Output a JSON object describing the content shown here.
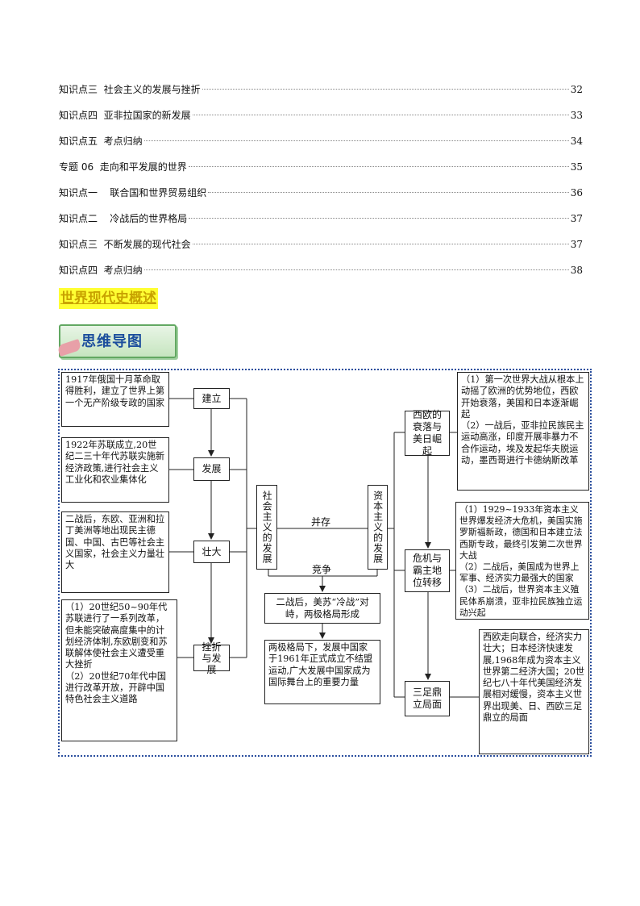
{
  "toc": [
    {
      "label": "知识点三  社会主义的发展与挫折",
      "page": "32"
    },
    {
      "label": "知识点四  亚非拉国家的新发展",
      "page": "33"
    },
    {
      "label": "知识点五  考点归纳",
      "page": "34"
    },
    {
      "label": "专题 06  走向和平发展的世界",
      "page": "35"
    },
    {
      "label": "知识点一    联合国和世界贸易组织",
      "page": "36"
    },
    {
      "label": "知识点二    冷战后的世界格局",
      "page": "37"
    },
    {
      "label": "知识点三  不断发展的现代社会",
      "page": "37"
    },
    {
      "label": "知识点四  考点归纳",
      "page": "38"
    }
  ],
  "section_title": "世界现代史概述",
  "mindmap_badge": "思维导图",
  "left": {
    "stage_labels": [
      "建立",
      "发展",
      "壮大",
      "挫折与发展"
    ],
    "notes": [
      "1917年俄国十月革命取得胜利，建立了世界上第一个无产阶级专政的国家",
      "1922年苏联成立,20世纪二三十年代苏联实施新经济政策,进行社会主义工业化和农业集体化",
      "二战后，东欧、亚洲和拉丁美洲等地出现民主德国、中国、古巴等社会主义国家，社会主义力量壮大",
      "（1）20世纪50~90年代苏联进行了一系列改革，但未能突破高度集中的计划经济体制,东欧剧变和苏联解体使社会主义遭受重大挫折\n（2）20世纪70年代中国进行改革开放，开辟中国特色社会主义道路"
    ]
  },
  "center": {
    "socialism_label": "社会主义的发展",
    "capitalism_label": "资本主义的发展",
    "coexist_label": "并存",
    "compete_label": "竞争",
    "coldwar_box": "二战后，美苏“冷战”对峙，两极格局形成",
    "nonaligned_box": "两极格局下，发展中国家于1961年正式成立不结盟运动,广大发展中国家成为国际舞台上的重要力量"
  },
  "right": {
    "stage_labels": [
      "西欧的衰落与美日崛起",
      "危机与霸主地位转移",
      "三足鼎立局面"
    ],
    "notes": [
      "（1）第一次世界大战从根本上动摇了欧洲的优势地位，西欧开始衰落，美国和日本逐渐崛起\n（2）一战后，亚非拉民族民主运动高涨，印度开展非暴力不合作运动，埃及发起华夫脱运动，墨西哥进行卡德纳斯改革",
      "（1）1929~1933年资本主义世界爆发经济大危机，美国实施罗斯福新政，德国和日本建立法西斯专政，最终引发第二次世界大战\n（2）二战后，美国成为世界上军事、经济实力最强大的国家\n（3）二战后，世界资本主义殖民体系崩溃，亚非拉民族独立运动兴起",
      "西欧走向联合，经济实力壮大；日本经济快速发展,1968年成为资本主义世界第二经济大国；20世纪七八十年代美国经济发展相对缓慢，资本主义世界出现美、日、西欧三足鼎立的局面"
    ]
  }
}
